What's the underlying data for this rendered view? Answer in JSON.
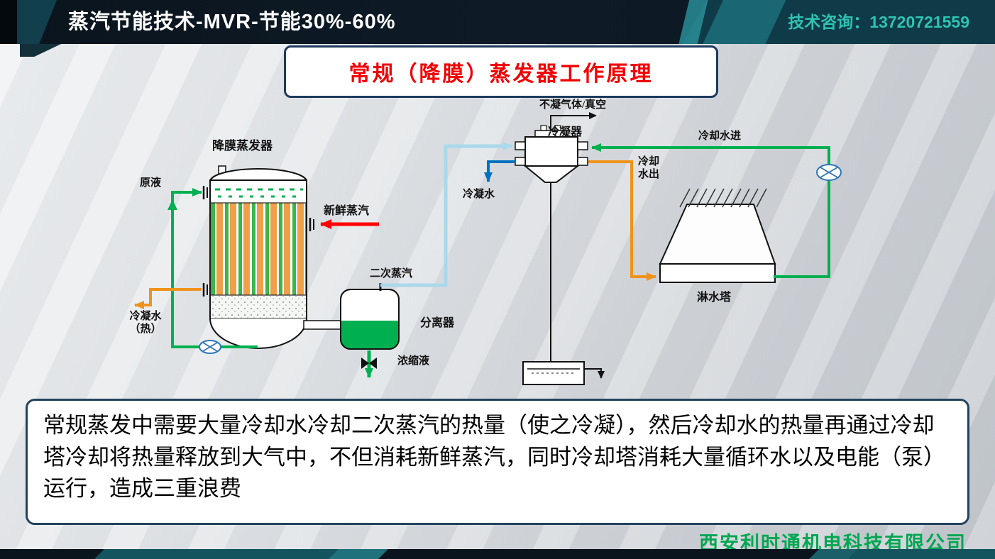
{
  "header": {
    "title": "蒸汽节能技术-MVR-节能30%-60%",
    "contact": "技术咨询：13720721559"
  },
  "title_box": {
    "text": "常规（降膜）蒸发器工作原理"
  },
  "diagram": {
    "labels": {
      "evaporator": "降膜蒸发器",
      "raw_liquid": "原液",
      "fresh_steam": "新鲜蒸汽",
      "secondary_steam": "二次蒸汽",
      "separator": "分离器",
      "concentrate": "浓缩液",
      "condensate_hot": "冷凝水（热）",
      "non_condensable": "不凝气体/真空",
      "condenser": "冷凝器",
      "condensate": "冷凝水",
      "cooling_water_in": "冷却水进",
      "cooling_water_out": "冷却水出",
      "spray_tower": "淋水塔"
    }
  },
  "description": {
    "text": "常规蒸发中需要大量冷却水冷却二次蒸汽的热量（使之冷凝），然后冷却水的热量再通过冷却塔冷却将热量释放到大气中，不但消耗新鲜蒸汽，同时冷却塔消耗大量循环水以及电能（泵）运行，造成三重浪费"
  },
  "footer": {
    "company": "西安利时通机电科技有限公司"
  },
  "colors": {
    "accent_teal": "#2fc3b2",
    "title_red": "#f00000",
    "company_green": "#00a651",
    "flow_green": "#00b050",
    "flow_orange": "#f0931b",
    "flow_lightblue": "#a9d9ea",
    "flow_blue": "#0070c0",
    "flow_red": "#fe0000"
  }
}
